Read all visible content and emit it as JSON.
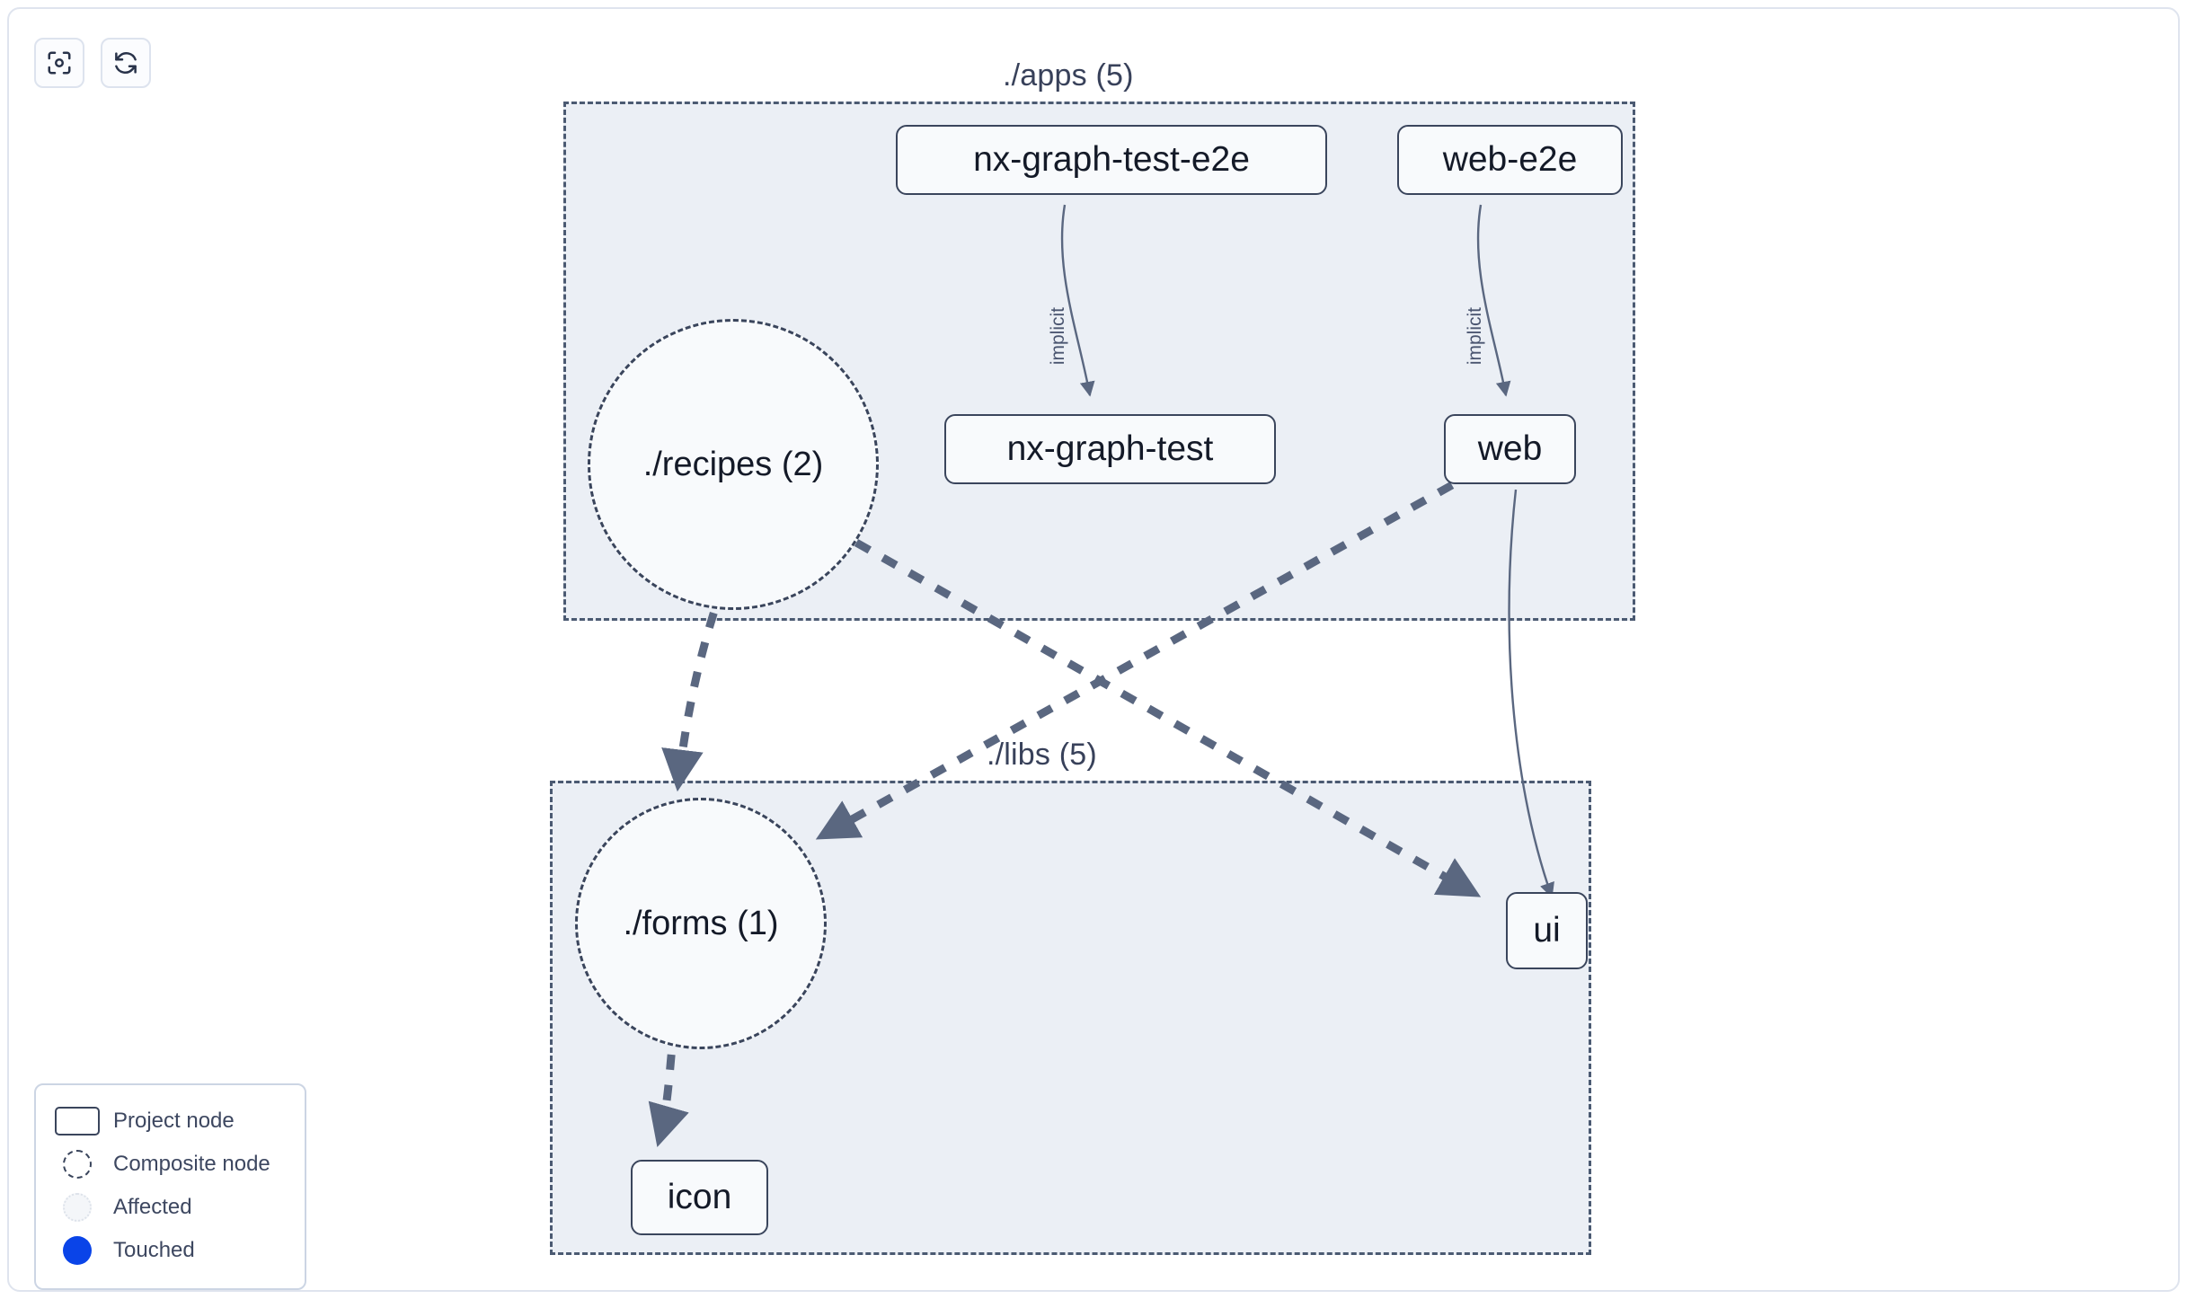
{
  "toolbar": {
    "buttons": [
      {
        "name": "focus-graph-button",
        "icon": "focus-target-icon",
        "label": ""
      },
      {
        "name": "refresh-graph-button",
        "icon": "refresh-icon",
        "label": ""
      }
    ]
  },
  "graph": {
    "groups": [
      {
        "id": "apps",
        "label": "./apps (5)"
      },
      {
        "id": "libs",
        "label": "./libs (5)"
      }
    ],
    "project_nodes": [
      {
        "id": "nx-graph-test-e2e",
        "label": "nx-graph-test-e2e",
        "group": "apps"
      },
      {
        "id": "web-e2e",
        "label": "web-e2e",
        "group": "apps"
      },
      {
        "id": "nx-graph-test",
        "label": "nx-graph-test",
        "group": "apps"
      },
      {
        "id": "web",
        "label": "web",
        "group": "apps"
      },
      {
        "id": "ui",
        "label": "ui",
        "group": "libs"
      },
      {
        "id": "icon",
        "label": "icon",
        "group": "libs"
      }
    ],
    "composite_nodes": [
      {
        "id": "recipes",
        "label": "./recipes (2)",
        "group": "apps"
      },
      {
        "id": "forms",
        "label": "./forms (1)",
        "group": "libs"
      }
    ],
    "edges": [
      {
        "from": "nx-graph-test-e2e",
        "to": "nx-graph-test",
        "label": "implicit",
        "style": "solid"
      },
      {
        "from": "web-e2e",
        "to": "web",
        "label": "implicit",
        "style": "solid"
      },
      {
        "from": "web",
        "to": "ui",
        "label": "",
        "style": "solid"
      },
      {
        "from": "recipes",
        "to": "forms",
        "label": "",
        "style": "dashed"
      },
      {
        "from": "recipes",
        "to": "ui",
        "label": "",
        "style": "dashed"
      },
      {
        "from": "web",
        "to": "forms",
        "label": "",
        "style": "dashed"
      },
      {
        "from": "forms",
        "to": "icon",
        "label": "",
        "style": "dashed"
      }
    ]
  },
  "legend": {
    "items": [
      {
        "swatch": "project-node-swatch",
        "label": "Project node"
      },
      {
        "swatch": "composite-node-swatch",
        "label": "Composite node"
      },
      {
        "swatch": "affected-swatch",
        "label": "Affected"
      },
      {
        "swatch": "touched-swatch",
        "label": "Touched"
      }
    ]
  },
  "colors": {
    "node_border": "#3a455c",
    "node_fill": "#f8fafc",
    "group_fill": "#ebeff5",
    "group_border": "#4b5a72",
    "edge": "#5a6780",
    "touched": "#0a44e8",
    "panel_border": "#dfe4ee",
    "text": "#141a28"
  }
}
